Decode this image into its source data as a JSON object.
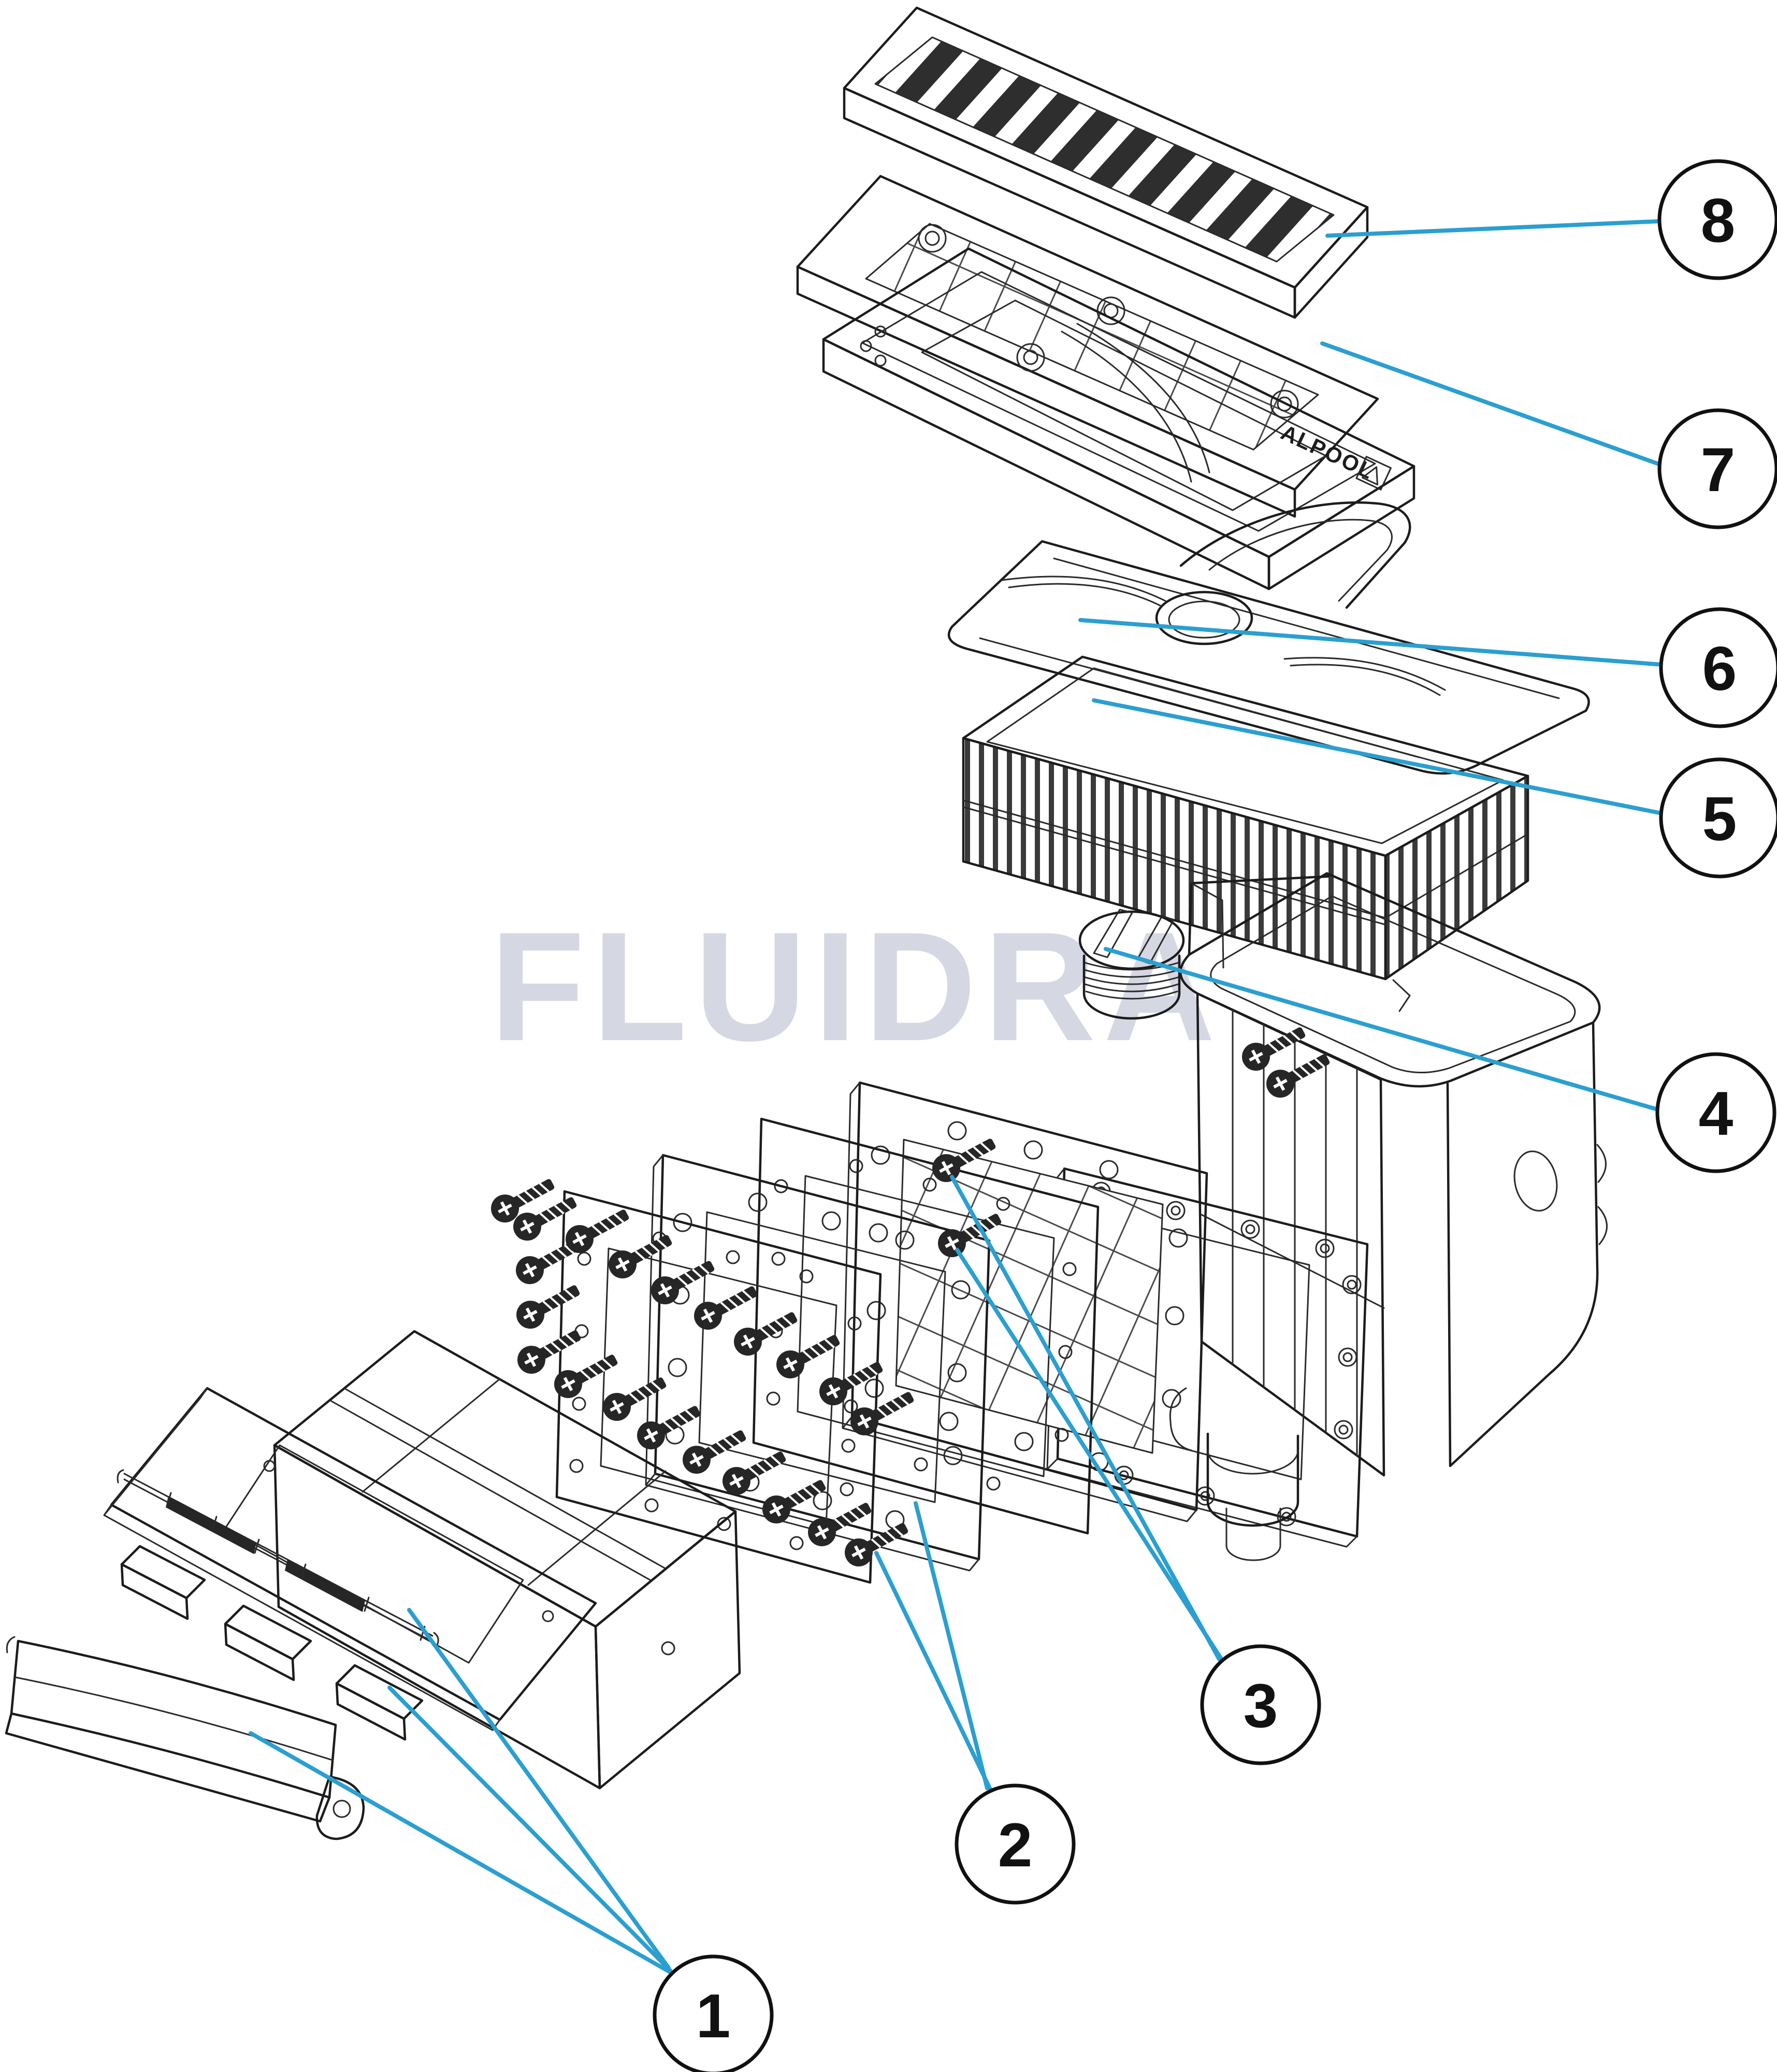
{
  "diagram": {
    "type": "exploded-parts-diagram",
    "watermark": {
      "text": "FLUIDRA",
      "color": "#D5D8E3"
    },
    "tray_label": {
      "text": "ALPOOL"
    },
    "colors": {
      "leader": "#2B9FD0",
      "outline": "#1C1C1C",
      "slot_fill": "#2E2E2E"
    },
    "callouts": [
      {
        "label": "1",
        "part": "faceplate-weir-flap-assembly"
      },
      {
        "label": "2",
        "part": "gasket-frames"
      },
      {
        "label": "3",
        "part": "flange-screws"
      },
      {
        "label": "4",
        "part": "threaded-plug"
      },
      {
        "label": "5",
        "part": "skimmer-basket"
      },
      {
        "label": "6",
        "part": "basket-lid"
      },
      {
        "label": "7",
        "part": "grate-frame-tray"
      },
      {
        "label": "8",
        "part": "top-grate"
      }
    ]
  }
}
